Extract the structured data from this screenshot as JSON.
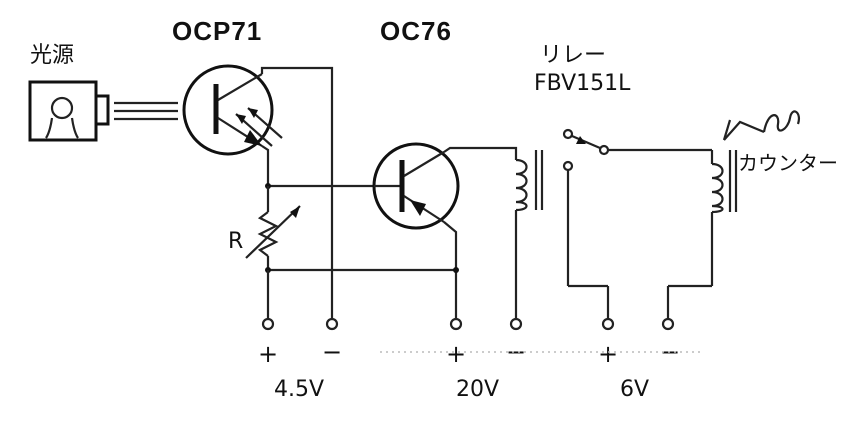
{
  "labels": {
    "light_source": "光源",
    "phototransistor": "OCP71",
    "transistor": "OC76",
    "relay_title": "リレー",
    "relay_model": "FBV151L",
    "counter": "カウンター",
    "resistor": "R"
  },
  "terminals": {
    "t1_sign": "+",
    "t2_sign": "−",
    "t3_sign": "+",
    "t4_sign": "−",
    "t5_sign": "+",
    "t6_sign": "−"
  },
  "voltages": {
    "v1": "4.5V",
    "v2": "20V",
    "v3": "6V"
  },
  "colors": {
    "ink": "#111111",
    "paper": "#ffffff"
  }
}
